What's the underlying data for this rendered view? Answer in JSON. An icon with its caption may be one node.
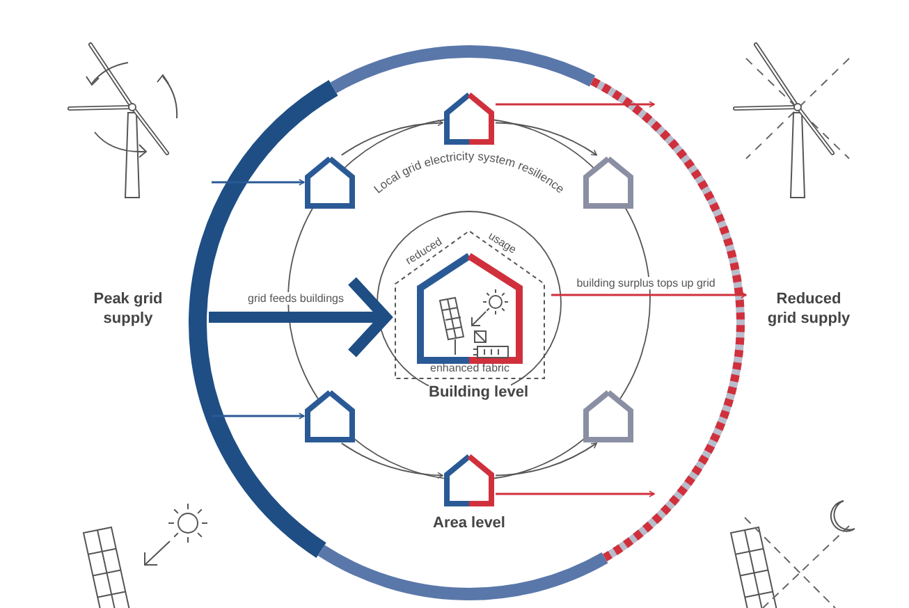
{
  "diagram": {
    "nodes": [
      {
        "text": [],
        "shape": "house"
      },
      {
        "text": [],
        "shape": "house"
      },
      {
        "text": [],
        "shape": "house"
      },
      {
        "text": [
          "Peak grid supply"
        ]
      },
      {
        "text": [
          "reduced",
          "usage",
          "enhanced fabric",
          "Building level"
        ]
      },
      {
        "text": [
          "Reduced grid supply"
        ]
      },
      {
        "text": [],
        "shape": "house"
      },
      {
        "text": [],
        "shape": "house"
      },
      {
        "text": [],
        "shape": "house",
        "beside": [
          "Area level"
        ]
      }
    ],
    "edges": [
      {
        "from": null,
        "to": 4,
        "arrow": "to",
        "label": "grid feeds buildings",
        "style": "thick",
        "color": "#1f4e85"
      },
      {
        "from": 4,
        "to": 5,
        "arrow": "to",
        "label": "building surplus tops up grid",
        "color": "#d0303c"
      },
      {
        "from": null,
        "to": 1,
        "arrow": "to",
        "color": "#2a5a96"
      },
      {
        "from": null,
        "to": 6,
        "arrow": "to",
        "color": "#2a5a96"
      },
      {
        "from": 0,
        "to": null,
        "arrow": "to",
        "color": "#d0303c"
      },
      {
        "from": 8,
        "to": null,
        "arrow": "to",
        "color": "#d0303c"
      },
      {
        "from": 1,
        "to": 0,
        "arrow": "to"
      },
      {
        "from": 0,
        "to": 2,
        "arrow": "to"
      },
      {
        "from": 6,
        "to": 8,
        "arrow": "to"
      },
      {
        "from": 8,
        "to": 7,
        "arrow": "to"
      }
    ],
    "labels": [
      "Local grid electricity system resilience"
    ]
  }
}
